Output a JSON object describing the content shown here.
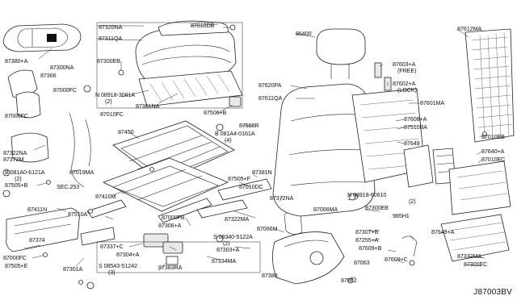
{
  "diagram_id": "J87003BV",
  "labels": [
    "87320NA",
    "87311QA",
    "87010DB",
    "87300EB",
    "86400",
    "87612MA",
    "87380+A",
    "87300NA",
    "87366",
    "87000FC",
    "N 08918-3081A",
    "(2)",
    "87301NA",
    "87603+A",
    "(FREE)",
    "87602+A",
    "(LOCK)",
    "87620PA",
    "87611QA",
    "87601MA",
    "87000FC",
    "87010FC",
    "87506+B",
    "87558R",
    "87608+A",
    "87510BA",
    "87450",
    "B 081A4-0161A",
    "(4)",
    "87649",
    "87010EB",
    "87322NA",
    "87372M",
    "87640+A",
    "87010EC",
    "B 081A0-6121A",
    "(2)",
    "87019MA",
    "87505+F",
    "87381N",
    "87505+B",
    "SEC.253",
    "87010DC",
    "87372NA",
    "N 08918-60610",
    "(2)",
    "87410M",
    "87300EB",
    "87411N",
    "87510A",
    "87322MA",
    "87066MA",
    "985H1",
    "87000FB",
    "87066M",
    "87306+A",
    "S 08340-5122A",
    "(2)",
    "87307+B",
    "87374",
    "87255+A",
    "87643+A",
    "87000FC",
    "87337+C",
    "87609+B",
    "87505+E",
    "87301A",
    "87304+A",
    "87303+A",
    "87334MA",
    "87332MA",
    "S 08543-51242",
    "(3)",
    "87383RA",
    "87380",
    "87063",
    "87609+C",
    "87300EC",
    "87062"
  ]
}
